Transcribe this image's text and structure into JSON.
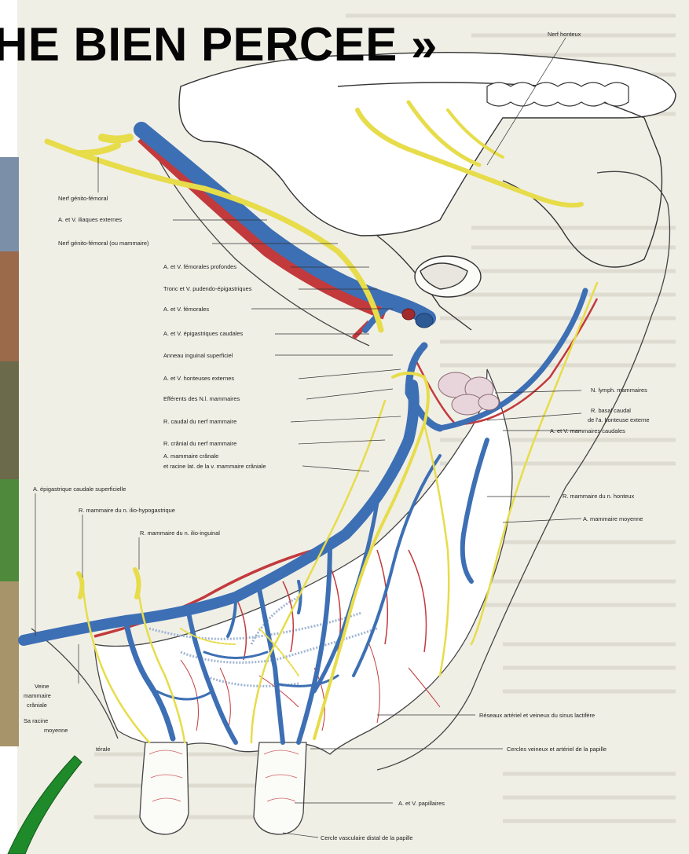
{
  "title": "HE BIEN PERCEE »",
  "colors": {
    "paper": "#f0efe6",
    "vein": "#3d6fb4",
    "artery": "#c23a3c",
    "nerve": "#e7dc4a",
    "lymph": "#9fb4d2",
    "bone": "#ffffff",
    "green_stroke": "#1f8a2a"
  },
  "labels": {
    "nerf_honteux": "Nerf honteux",
    "genito_femoral": "Nerf génito-fémoral",
    "iliaques_externes": "A. et V. iliaques externes",
    "genito_femoral_mammaire": "Nerf génito-fémoral (ou mammaire)",
    "femorales_profondes": "A. et V. fémorales profondes",
    "pudendo_epigastriques": "Tronc et V. pudendo-épigastriques",
    "femorales": "A. et V. fémorales",
    "epigastriques_caudales": "A. et V. épigastriques caudales",
    "anneau_inguinal": "Anneau inguinal superficiel",
    "honteuses_externes": "A. et V. honteuses externes",
    "efferents": "Efférents des N.l. mammaires",
    "r_caudal_nerf": "R. caudal du nerf mammaire",
    "r_cranial_nerf": "R. crânial du nerf mammaire",
    "a_mammaire_craniale": "A. mammaire crânale",
    "racine_lat": "et racine lat. de la v. mammaire crâniale",
    "epigastrique_superficielle": "A. épigastrique caudale superficielle",
    "r_ilio_hypogastrique": "R. mammaire du n. ilio-hypogastrique",
    "r_ilio_inguinal": "R. mammaire du n. ilio-inguinal",
    "veine_craniale_1": "Veine",
    "veine_craniale_2": "mammaire",
    "veine_craniale_3": "crâniale",
    "sa_racine_1": "Sa racine",
    "sa_racine_2": "moyenne",
    "laterale": "térale",
    "n_lymph": "N. lymph. mammaires",
    "r_basal_1": "R. basal caudal",
    "r_basal_2": "de l'a. honteuse externe",
    "mammaires_caudales": "A. et V. mammaires caudales",
    "r_mammaire_honteux": "R. mammaire du n. honteux",
    "mammaire_moyenne": "A. mammaire moyenne",
    "reseaux": "Réseaux artériel et veineux du sinus lactifère",
    "cercles": "Cercles veineux et artériel de la papille",
    "papillaires": "A. et V. papillaires",
    "cercle_distal": "Cercle vasculaire distal de la papille"
  }
}
